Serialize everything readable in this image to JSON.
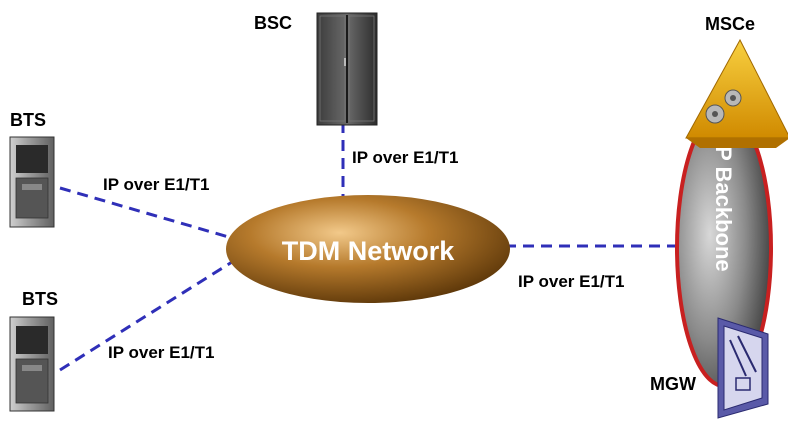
{
  "nodes": {
    "bsc": "BSC",
    "bts_top": "BTS",
    "bts_bottom": "BTS",
    "msce": "MSCe",
    "mgw": "MGW",
    "tdm_network": "TDM Network",
    "ip_backbone": "IP Backbone"
  },
  "links": {
    "bsc_tdm": "IP over E1/T1",
    "bts_top_tdm": "IP over E1/T1",
    "bts_bottom_tdm": "IP over E1/T1",
    "tdm_backbone": "IP over E1/T1"
  },
  "colors": {
    "link_dash": "#2f2fb8",
    "tdm_fill": "#8a5a1c",
    "msce_fill": "#f0b400",
    "backbone_border": "#c82020",
    "cabinet": "#4a4a4a"
  },
  "icons": {
    "bsc": "server-rack-icon",
    "bts": "base-station-cabinet-icon",
    "msce": "gears-triangle-icon",
    "mgw": "media-gateway-icon"
  }
}
